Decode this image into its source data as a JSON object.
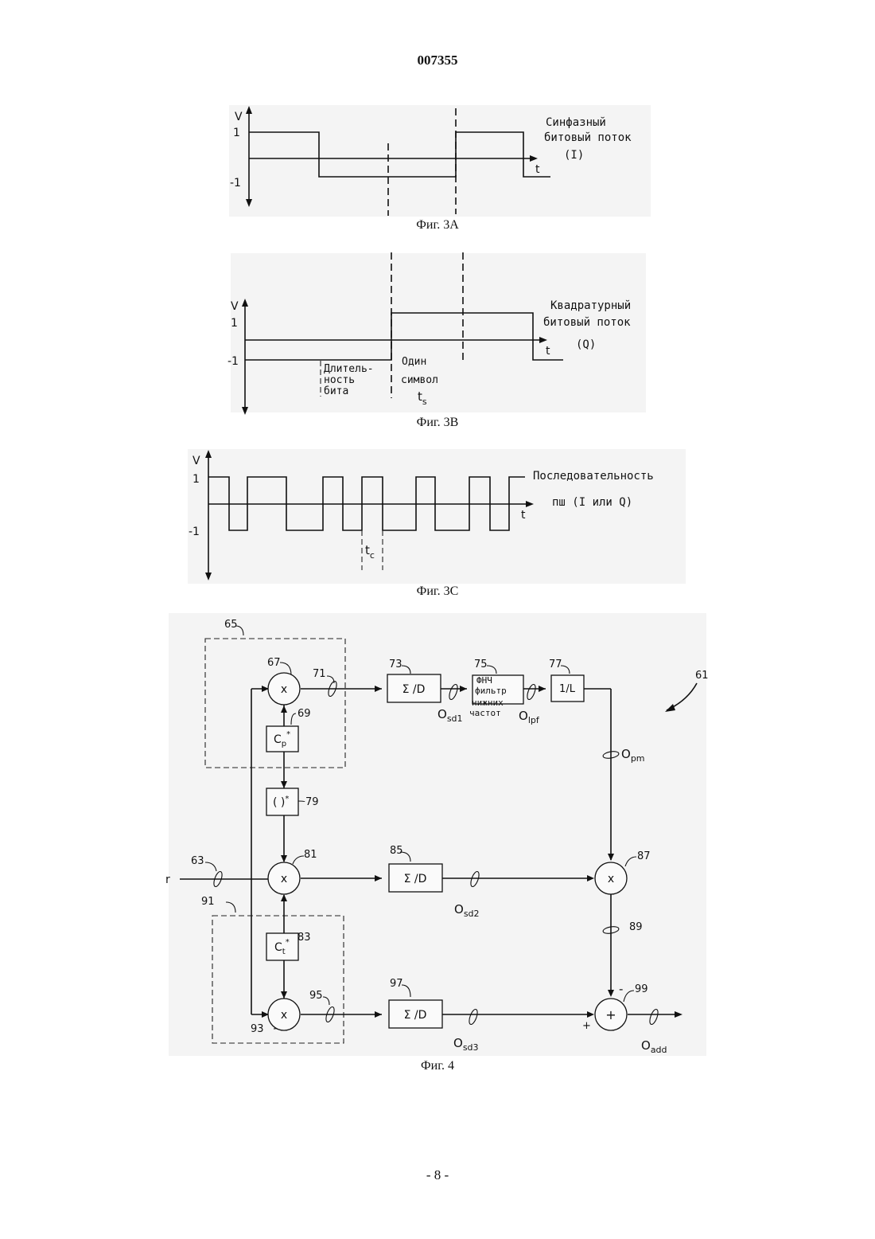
{
  "header": {
    "doc_number": "007355"
  },
  "fig3a": {
    "caption": "Фиг. 3A",
    "y_label": "V",
    "y_high": "1",
    "y_low": "-1",
    "t_label": "t",
    "title_lines": [
      "Синфазный",
      "битовый поток",
      "(I)"
    ]
  },
  "fig3b": {
    "caption": "Фиг. 3B",
    "y_label": "V",
    "y_high": "1",
    "y_low": "-1",
    "t_label": "t",
    "title_lines": [
      "Квадратурный",
      "битовый поток",
      "(Q)"
    ],
    "bit_duration_lines": [
      "Длитель-",
      "ность",
      "бита"
    ],
    "symbol_lines": [
      "Один",
      "символ"
    ],
    "symbol_var": "t",
    "symbol_sub": "s"
  },
  "fig3c": {
    "caption": "Фиг. 3C",
    "y_label": "V",
    "y_high": "1",
    "y_low": "-1",
    "t_label": "t",
    "title_lines": [
      "Последовательность",
      "пш (I или Q)"
    ],
    "chip_var": "t",
    "chip_sub": "c"
  },
  "fig4": {
    "caption": "Фиг. 4",
    "input_label": "r",
    "refs": {
      "r61": "61",
      "r63": "63",
      "r65": "65",
      "r67": "67",
      "r69": "69",
      "r71": "71",
      "r73": "73",
      "r75": "75",
      "r77": "77",
      "r79": "79",
      "r81": "81",
      "r83": "83",
      "r85": "85",
      "r87": "87",
      "r89": "89",
      "r91": "91",
      "r93": "93",
      "r95": "95",
      "r97": "97",
      "r99": "99"
    },
    "blocks": {
      "mult": "x",
      "adder": "+",
      "cp_var": "C",
      "cp_sub": "p",
      "ct_var": "C",
      "ct_sub": "t",
      "conj_mark": "*",
      "conj_block": "( )",
      "sum_dump": "Σ /D",
      "lpf_lines": [
        "ФНЧ",
        "фильтр",
        "нижних",
        "частот"
      ],
      "scale": "1/L"
    },
    "signals": {
      "o_main": "O",
      "sd1_sub": "sd1",
      "lpf_sub": "lpf",
      "pm_sub": "pm",
      "sd2_sub": "sd2",
      "sd3_sub": "sd3",
      "add_sub": "add",
      "minus_sign": "-",
      "plus_sign": "+"
    }
  },
  "footer": {
    "page_number": "- 8 -"
  }
}
